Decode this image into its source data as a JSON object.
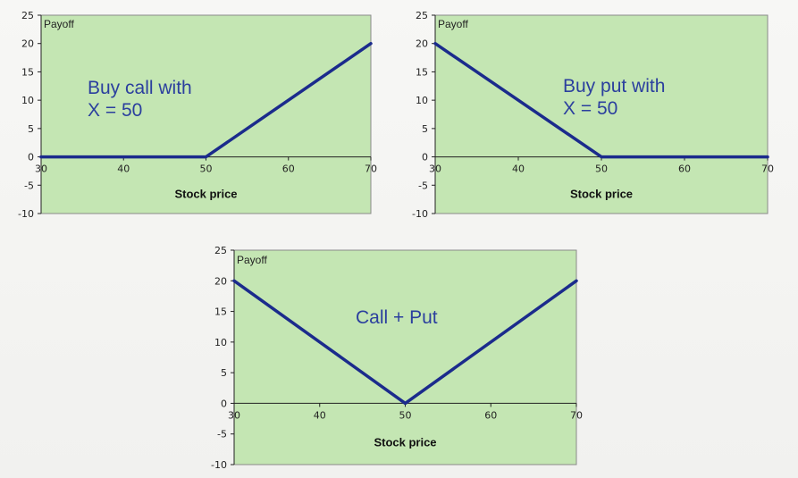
{
  "chart_data": [
    {
      "type": "line",
      "ylabel": "Payoff",
      "xlabel": "Stock price",
      "annotation": [
        "Buy call with",
        "X = 50"
      ],
      "x_ticks": [
        30,
        40,
        50,
        60,
        70
      ],
      "y_ticks": [
        25,
        20,
        15,
        10,
        5,
        0,
        -5,
        -10
      ],
      "xlim": [
        30,
        70
      ],
      "ylim": [
        -10,
        25
      ],
      "grid": false,
      "colors": {
        "plot_bg": "#c4e6b3",
        "line": "#1b2b8c"
      },
      "series": [
        {
          "x": [
            30,
            50,
            70
          ],
          "y": [
            0,
            0,
            20
          ]
        }
      ]
    },
    {
      "type": "line",
      "ylabel": "Payoff",
      "xlabel": "Stock price",
      "annotation": [
        "Buy put with",
        "X = 50"
      ],
      "x_ticks": [
        30,
        40,
        50,
        60,
        70
      ],
      "y_ticks": [
        25,
        20,
        15,
        10,
        5,
        0,
        -5,
        -10
      ],
      "xlim": [
        30,
        70
      ],
      "ylim": [
        -10,
        25
      ],
      "grid": false,
      "colors": {
        "plot_bg": "#c4e6b3",
        "line": "#1b2b8c"
      },
      "series": [
        {
          "x": [
            30,
            50,
            70
          ],
          "y": [
            20,
            0,
            0
          ]
        }
      ]
    },
    {
      "type": "line",
      "ylabel": "Payoff",
      "xlabel": "Stock price",
      "annotation": [
        "Call + Put"
      ],
      "x_ticks": [
        30,
        40,
        50,
        60,
        70
      ],
      "y_ticks": [
        25,
        20,
        15,
        10,
        5,
        0,
        -5,
        -10
      ],
      "xlim": [
        30,
        70
      ],
      "ylim": [
        -10,
        25
      ],
      "grid": false,
      "colors": {
        "plot_bg": "#c4e6b3",
        "line": "#1b2b8c"
      },
      "series": [
        {
          "x": [
            30,
            50,
            70
          ],
          "y": [
            20,
            0,
            20
          ]
        }
      ]
    }
  ]
}
